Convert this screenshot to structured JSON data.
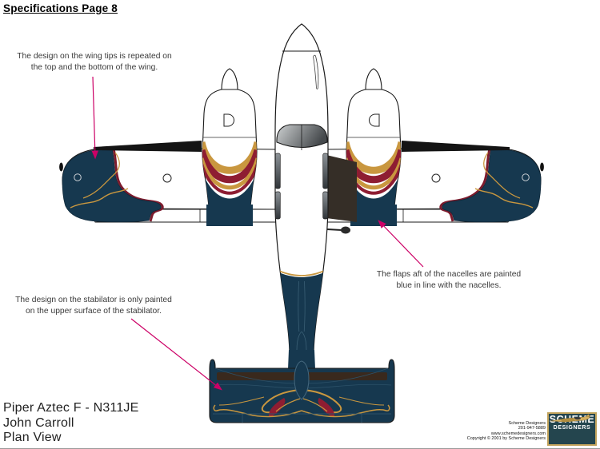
{
  "page": {
    "title": "Specifications Page 8"
  },
  "annotations": {
    "wingtip": {
      "line1": "The design on the wing tips is repeated on",
      "line2": "the top and the bottom of the wing."
    },
    "flaps": {
      "line1": "The flaps aft of the nacelles are painted",
      "line2": "blue in line with the nacelles."
    },
    "stabilator": {
      "line1": "The design on the stabilator is only painted",
      "line2": "on the upper surface of the stabilator."
    }
  },
  "footer": {
    "aircraft": "Piper Aztec F - N311JE",
    "owner": "John Carroll",
    "view": "Plan View"
  },
  "credits": {
    "company": "Scheme Designers",
    "phone": "201-947-5889",
    "website": "www.schemedesigners.com",
    "copyright": "Copyright © 2001 by Scheme Designers"
  },
  "logo": {
    "line1": "SCHEME",
    "line2": "DESIGNERS"
  },
  "colors": {
    "navy": "#16384f",
    "gold": "#c9973f",
    "maroon": "#8e1d32",
    "arrow": "#cc0066",
    "boot_black": "#141414",
    "walkway": "#352e27",
    "stab_leading_edge": "#39291d",
    "logo_background": "#24454e",
    "logo_border": "#c2a35c"
  }
}
